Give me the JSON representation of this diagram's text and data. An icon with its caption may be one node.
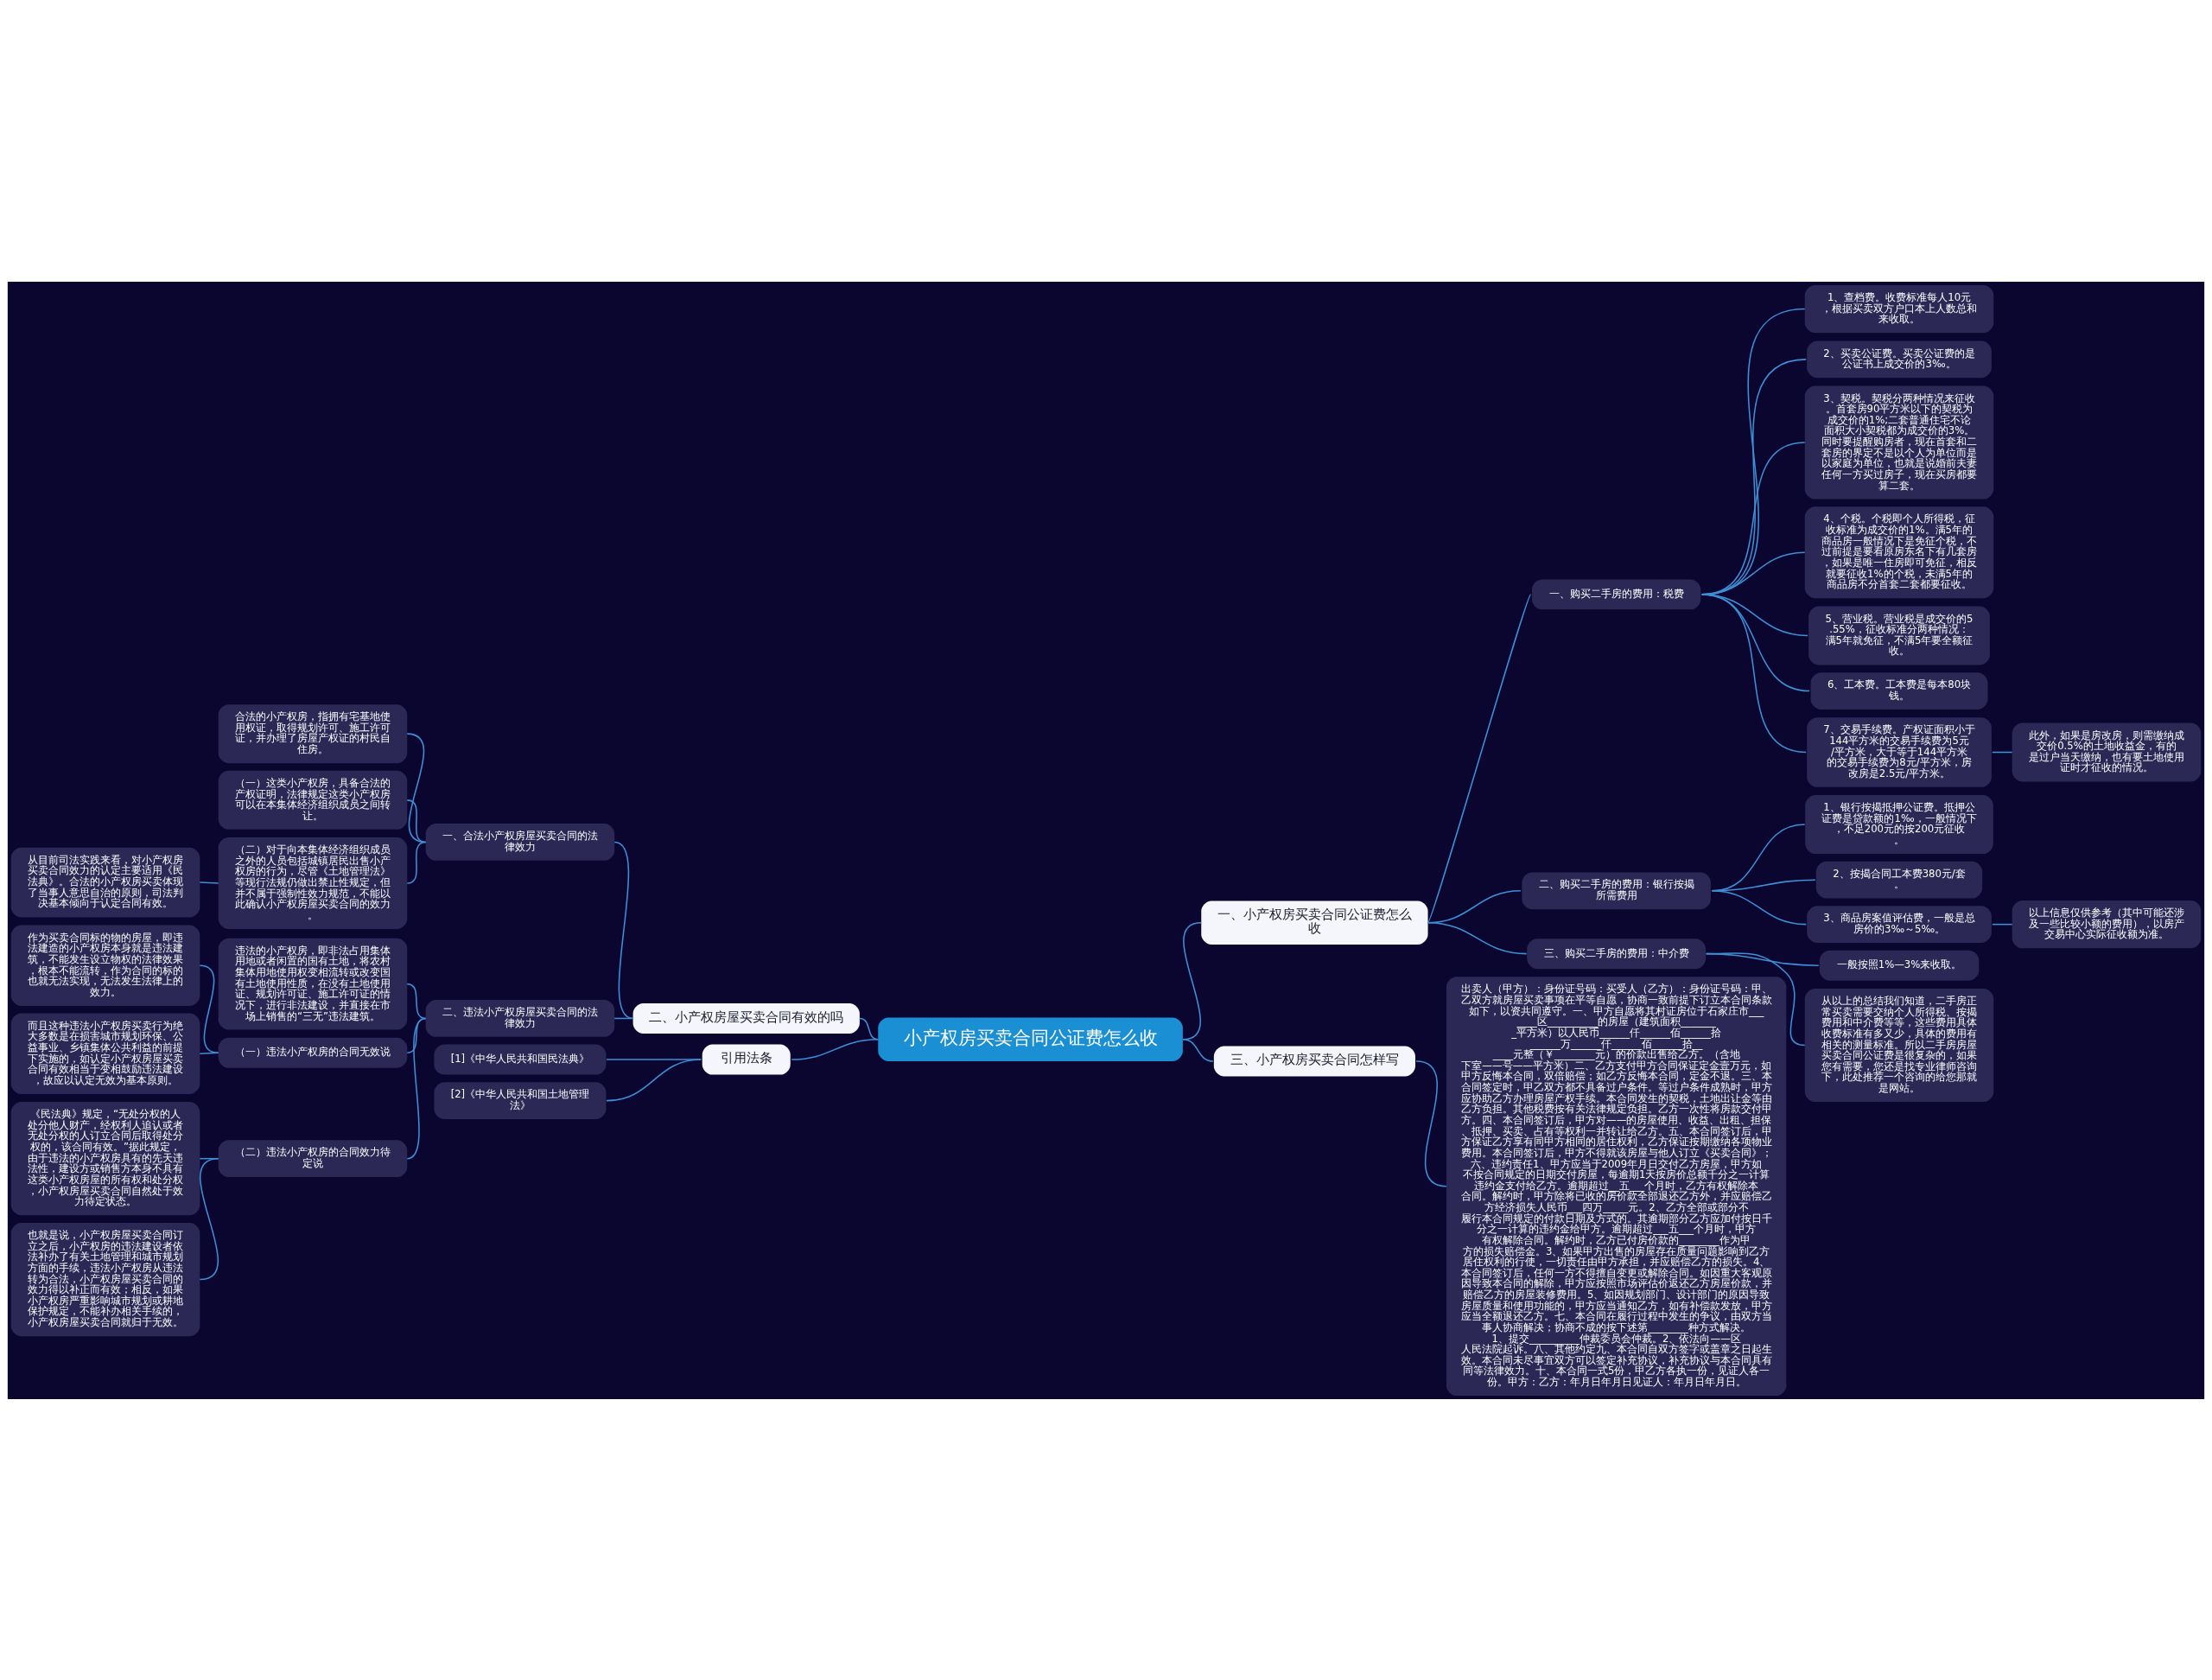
{
  "diagram": {
    "nodes": [
      {
        "text": [
          "小产权房买卖合同公证费怎么收"
        ]
      },
      {
        "text": [
          "一、小产权房买卖合同公证费怎么收"
        ]
      },
      {
        "text": [
          "一、购买二手房的费用：税费"
        ]
      },
      {
        "text": [
          "1、查档费。收费标准每人10元，根据买卖双方户口本上人数总和来收取。"
        ]
      },
      {
        "text": [
          "2、买卖公证费。买卖公证费的是公证书上成交价的3‰。"
        ]
      },
      {
        "text": [
          "3、契税。契税分两种情况来征收。首套房90平方米以下的契税为成交价的1%;二套普通住宅不论面积大小契税都为成交价的3%。同时要提醒购房者，现在首套和二套房的界定不是以个人为单位而是以家庭为单位，也就是说婚前夫妻任何一方买过房子，现在买房都要算二套。"
        ]
      },
      {
        "text": [
          "4、个税。个税即个人所得税，征收标准为成交价的1%。满5年的商品房一般情况下是免征个税，不过前提是要看原房东名下有几套房，如果是唯一住房即可免征，相反就要征收1%的个税，未满5年的商品房不分首套二套都要征收。"
        ]
      },
      {
        "text": [
          "5、营业税。营业税是成交价的5.55%，征收标准分两种情况：满5年就免征，不满5年要全额征收。"
        ]
      },
      {
        "text": [
          "6、工本费。工本费是每本80块钱。"
        ]
      },
      {
        "text": [
          "7、交易手续费。产权证面积小于144平方米的交易手续费为5元/平方米，大于等于144平方米的交易手续费为8元/平方米，房改房是2.5元/平方米。"
        ]
      },
      {
        "text": [
          "此外，如果是房改房，则需缴纳成交价0.5%的土地收益金，有的是过户当天缴纳，也有要土地使用证时才征收的情况。"
        ]
      },
      {
        "text": [
          "二、购买二手房的费用：银行按揭所需费用"
        ]
      },
      {
        "text": [
          "1、银行按揭抵押公证费。抵押公证费是贷款额的1‰，一般情况下，不足200元的按200元征收。"
        ]
      },
      {
        "text": [
          "2、按揭合同工本费380元/套。"
        ]
      },
      {
        "text": [
          "3、商品房案值评估费，一般是总房价的3‰～5‰。"
        ]
      },
      {
        "text": [
          "以上信息仅供参考（其中可能还涉及一些比较小额的费用），以房产交易中心实际征收额为准。"
        ]
      },
      {
        "text": [
          "三、购买二手房的费用：中介费"
        ]
      },
      {
        "text": [
          "一般按照1%—3%来收取。"
        ]
      },
      {
        "text": [
          "从以上的总结我们知道，二手房正常买卖需要交纳个人所得税、按揭费用和中介费等等，这些费用具体收费标准有多又少，具体的费用有相关的测量标准。所以二手房房屋买卖合同公证费是很复杂的，如果您有需要，您还是找专业律师咨询下，此处推荐一个咨询的给您那就是网站。"
        ]
      },
      {
        "text": [
          "二、小产权房屋买卖合同有效的吗"
        ]
      },
      {
        "text": [
          "一、合法小产权房屋买卖合同的法律效力"
        ]
      },
      {
        "text": [
          "合法的小产权房，指拥有宅基地使用权证，取得规划许可、施工许可证，并办理了房屋产权证的村民自住房。"
        ]
      },
      {
        "text": [
          "（一）这类小产权房，具备合法的产权证明，法律规定这类小产权房可以在本集体经济组织成员之间转让。"
        ]
      },
      {
        "text": [
          "（二）对于向本集体经济组织成员之外的人员包括城镇居民出售小产权房的行为，尽管《土地管理法》等现行法规仍做出禁止性规定，但并不属于强制性效力规范，不能以此确认小产权房屋买卖合同的效力。"
        ]
      },
      {
        "text": [
          "从目前司法实践来看，对小产权房买卖合同效力的认定主要适用《民法典》。合法的小产权房买卖体现了当事人意思自治的原则，司法判决基本倾向于认定合同有效。"
        ]
      },
      {
        "text": [
          "二、违法小产权房屋买卖合同的法律效力"
        ]
      },
      {
        "text": [
          "违法的小产权房，即非法占用集体用地或者闲置的国有土地，将农村集体用地使用权变相流转或改变国有土地使用性质，在没有土地使用证、规划许可证、施工许可证的情况下，进行非法建设，并直接在市场上销售的“三无”违法建筑。"
        ]
      },
      {
        "text": [
          "（一）违法小产权房的合同无效说"
        ]
      },
      {
        "text": [
          "作为买卖合同标的物的房屋，即违法建造的小产权房本身就是违法建筑，不能发生设立物权的法律效果，根本不能流转，作为合同的标的也就无法实现，无法发生法律上的效力。"
        ]
      },
      {
        "text": [
          "而且这种违法小产权房买卖行为绝大多数是在损害城市规划环保、公益事业、乡镇集体公共利益的前提下实施的，如认定小产权房屋买卖合同有效相当于变相鼓励违法建设，故应以认定无效为基本原则。"
        ]
      },
      {
        "text": [
          "（二）违法小产权房的合同效力待定说"
        ]
      },
      {
        "text": [
          "《民法典》规定，“无处分权的人处分他人财产，经权利人追认或者无处分权的人订立合同后取得处分权的，该合同有效。”据此规定，由于违法的小产权房具有的先天违法性，建设方或销售方本身不具有这类小产权房屋的所有权和处分权，小产权房屋买卖合同自然处于效力待定状态。"
        ]
      },
      {
        "text": [
          "也就是说，小产权房屋买卖合同订立之后，小产权房的违法建设者依法补办了有关土地管理和城市规划方面的手续，违法小产权房从违法转为合法，小产权房屋买卖合同的效力得以补正而有效；相反，如果小产权房严重影响城市规划或耕地保护规定，不能补办相关手续的，小产权房屋买卖合同就归于无效。"
        ]
      },
      {
        "text": [
          "三、小产权房买卖合同怎样写"
        ]
      },
      {
        "text": [
          "出卖人（甲方）：身份证号码：买受人（乙方）：身份证号码：甲、乙双方就房屋买卖事项在平等自愿，协商一致前提下订立本合同条款如下，以资共同遵守。一、甲方自愿将其村证房位于石家庄市_______区__________的房屋（建筑面积________平方米）以人民币______仟______佰______拾______万______仟______佰______拾______元整（￥________元）的价款出售给乙方。（含地下室——号——平方米）二、乙方支付甲方合同保证定金壹万元，如甲方反悔本合同，双倍赔偿；如乙方反悔本合同，定金不退。三、本合同签定时，甲乙双方都不具备过户条件。等过户条件成熟时，甲方应协助乙方办理房屋产权手续。本合同发生的契税，土地出让金等由乙方负担。其他税费按有关法律规定负担。乙方一次性将房款交付甲方。四、本合同签订后，甲方对——的房屋使用、收益、出租、担保、抵押、买卖、占有等权利一并转让给乙方。五、本合同签订后，甲方保证乙方享有同甲方相同的居住权利，乙方保证按期缴纳各项物业费用。本合同签订后，甲方不得就该房屋与他人订立《买卖合同》；六、违约责任1、甲方应当于2009年月日交付乙方房屋，甲方如不按合同规定的日期交付房屋，每逾期1天按房价总额千分之一计算违约金支付给乙方。逾期超过__五___个月时，乙方有权解除本合同。解约时，甲方除将已收的房价款全部退还乙方外，并应赔偿乙方经济损失人民币___四万_____元。2、乙方全部或部分不履行本合同规定的付款日期及方式的。其逾期部分乙方应加付按日千分之一计算的违约金给甲方。逾期超过___五___个月时，甲方有权解除合同。解约时，乙方已付房价款的________作为甲方的损失赔偿金。3、如果甲方出售的房屋存在质量问题影响到乙方居住权利的行使，一切责任由甲方承担，并应赔偿乙方的损失。4、本合同签订后，任何一方不得擅自变更或解除合同。如因重大客观原因导致本合同的解除，甲方应按照市场评估价返还乙方房屋价款，并赔偿乙方的房屋装修费用。5、如因规划部门、设计部门的原因导致房屋质量和使用功能的，甲方应当通知乙方，如有补偿款发放，甲方应当全额退还乙方。七、本合同在履行过程中发生的争议，由双方当事人协商解决；协商不成的按下述第________种方式解决。1、提交__________仲裁委员会仲裁。2、依法向——区人民法院起诉。八、其他约定九、本合同自双方签字或盖章之日起生效。本合同未尽事宜双方可以签定补充协议，补充协议与本合同具有同等法律效力。十、本合同一式5份，甲乙方各执一份，见证人各一份。甲方：乙方：年月日年月日见证人：年月日年月日。"
        ]
      },
      {
        "text": [
          "引用法条"
        ]
      },
      {
        "text": [
          "[1]《中华人民共和国民法典》"
        ]
      },
      {
        "text": [
          "[2]《中华人民共和国土地管理法》"
        ]
      }
    ],
    "edges": [
      {
        "from": 0,
        "to": 1,
        "arrow": "none"
      },
      {
        "from": 1,
        "to": 2,
        "arrow": "none"
      },
      {
        "from": 2,
        "to": 3,
        "arrow": "none"
      },
      {
        "from": 2,
        "to": 4,
        "arrow": "none"
      },
      {
        "from": 2,
        "to": 5,
        "arrow": "none"
      },
      {
        "from": 2,
        "to": 6,
        "arrow": "none"
      },
      {
        "from": 2,
        "to": 7,
        "arrow": "none"
      },
      {
        "from": 2,
        "to": 8,
        "arrow": "none"
      },
      {
        "from": 2,
        "to": 9,
        "arrow": "none"
      },
      {
        "from": 9,
        "to": 10,
        "arrow": "none"
      },
      {
        "from": 1,
        "to": 11,
        "arrow": "none"
      },
      {
        "from": 11,
        "to": 12,
        "arrow": "none"
      },
      {
        "from": 11,
        "to": 13,
        "arrow": "none"
      },
      {
        "from": 11,
        "to": 14,
        "arrow": "none"
      },
      {
        "from": 14,
        "to": 15,
        "arrow": "none"
      },
      {
        "from": 1,
        "to": 16,
        "arrow": "none"
      },
      {
        "from": 16,
        "to": 17,
        "arrow": "none"
      },
      {
        "from": 16,
        "to": 18,
        "arrow": "none"
      },
      {
        "from": 0,
        "to": 19,
        "arrow": "none"
      },
      {
        "from": 19,
        "to": 20,
        "arrow": "none"
      },
      {
        "from": 20,
        "to": 21,
        "arrow": "none"
      },
      {
        "from": 20,
        "to": 22,
        "arrow": "none"
      },
      {
        "from": 20,
        "to": 23,
        "arrow": "none"
      },
      {
        "from": 23,
        "to": 24,
        "arrow": "none"
      },
      {
        "from": 19,
        "to": 25,
        "arrow": "none"
      },
      {
        "from": 25,
        "to": 26,
        "arrow": "none"
      },
      {
        "from": 25,
        "to": 27,
        "arrow": "none"
      },
      {
        "from": 27,
        "to": 28,
        "arrow": "none"
      },
      {
        "from": 27,
        "to": 29,
        "arrow": "none"
      },
      {
        "from": 25,
        "to": 30,
        "arrow": "none"
      },
      {
        "from": 30,
        "to": 31,
        "arrow": "none"
      },
      {
        "from": 30,
        "to": 32,
        "arrow": "none"
      },
      {
        "from": 0,
        "to": 33,
        "arrow": "none"
      },
      {
        "from": 33,
        "to": 34,
        "arrow": "none"
      },
      {
        "from": 0,
        "to": 35,
        "arrow": "none"
      },
      {
        "from": 35,
        "to": 36,
        "arrow": "none"
      },
      {
        "from": 35,
        "to": 37,
        "arrow": "none"
      }
    ]
  }
}
